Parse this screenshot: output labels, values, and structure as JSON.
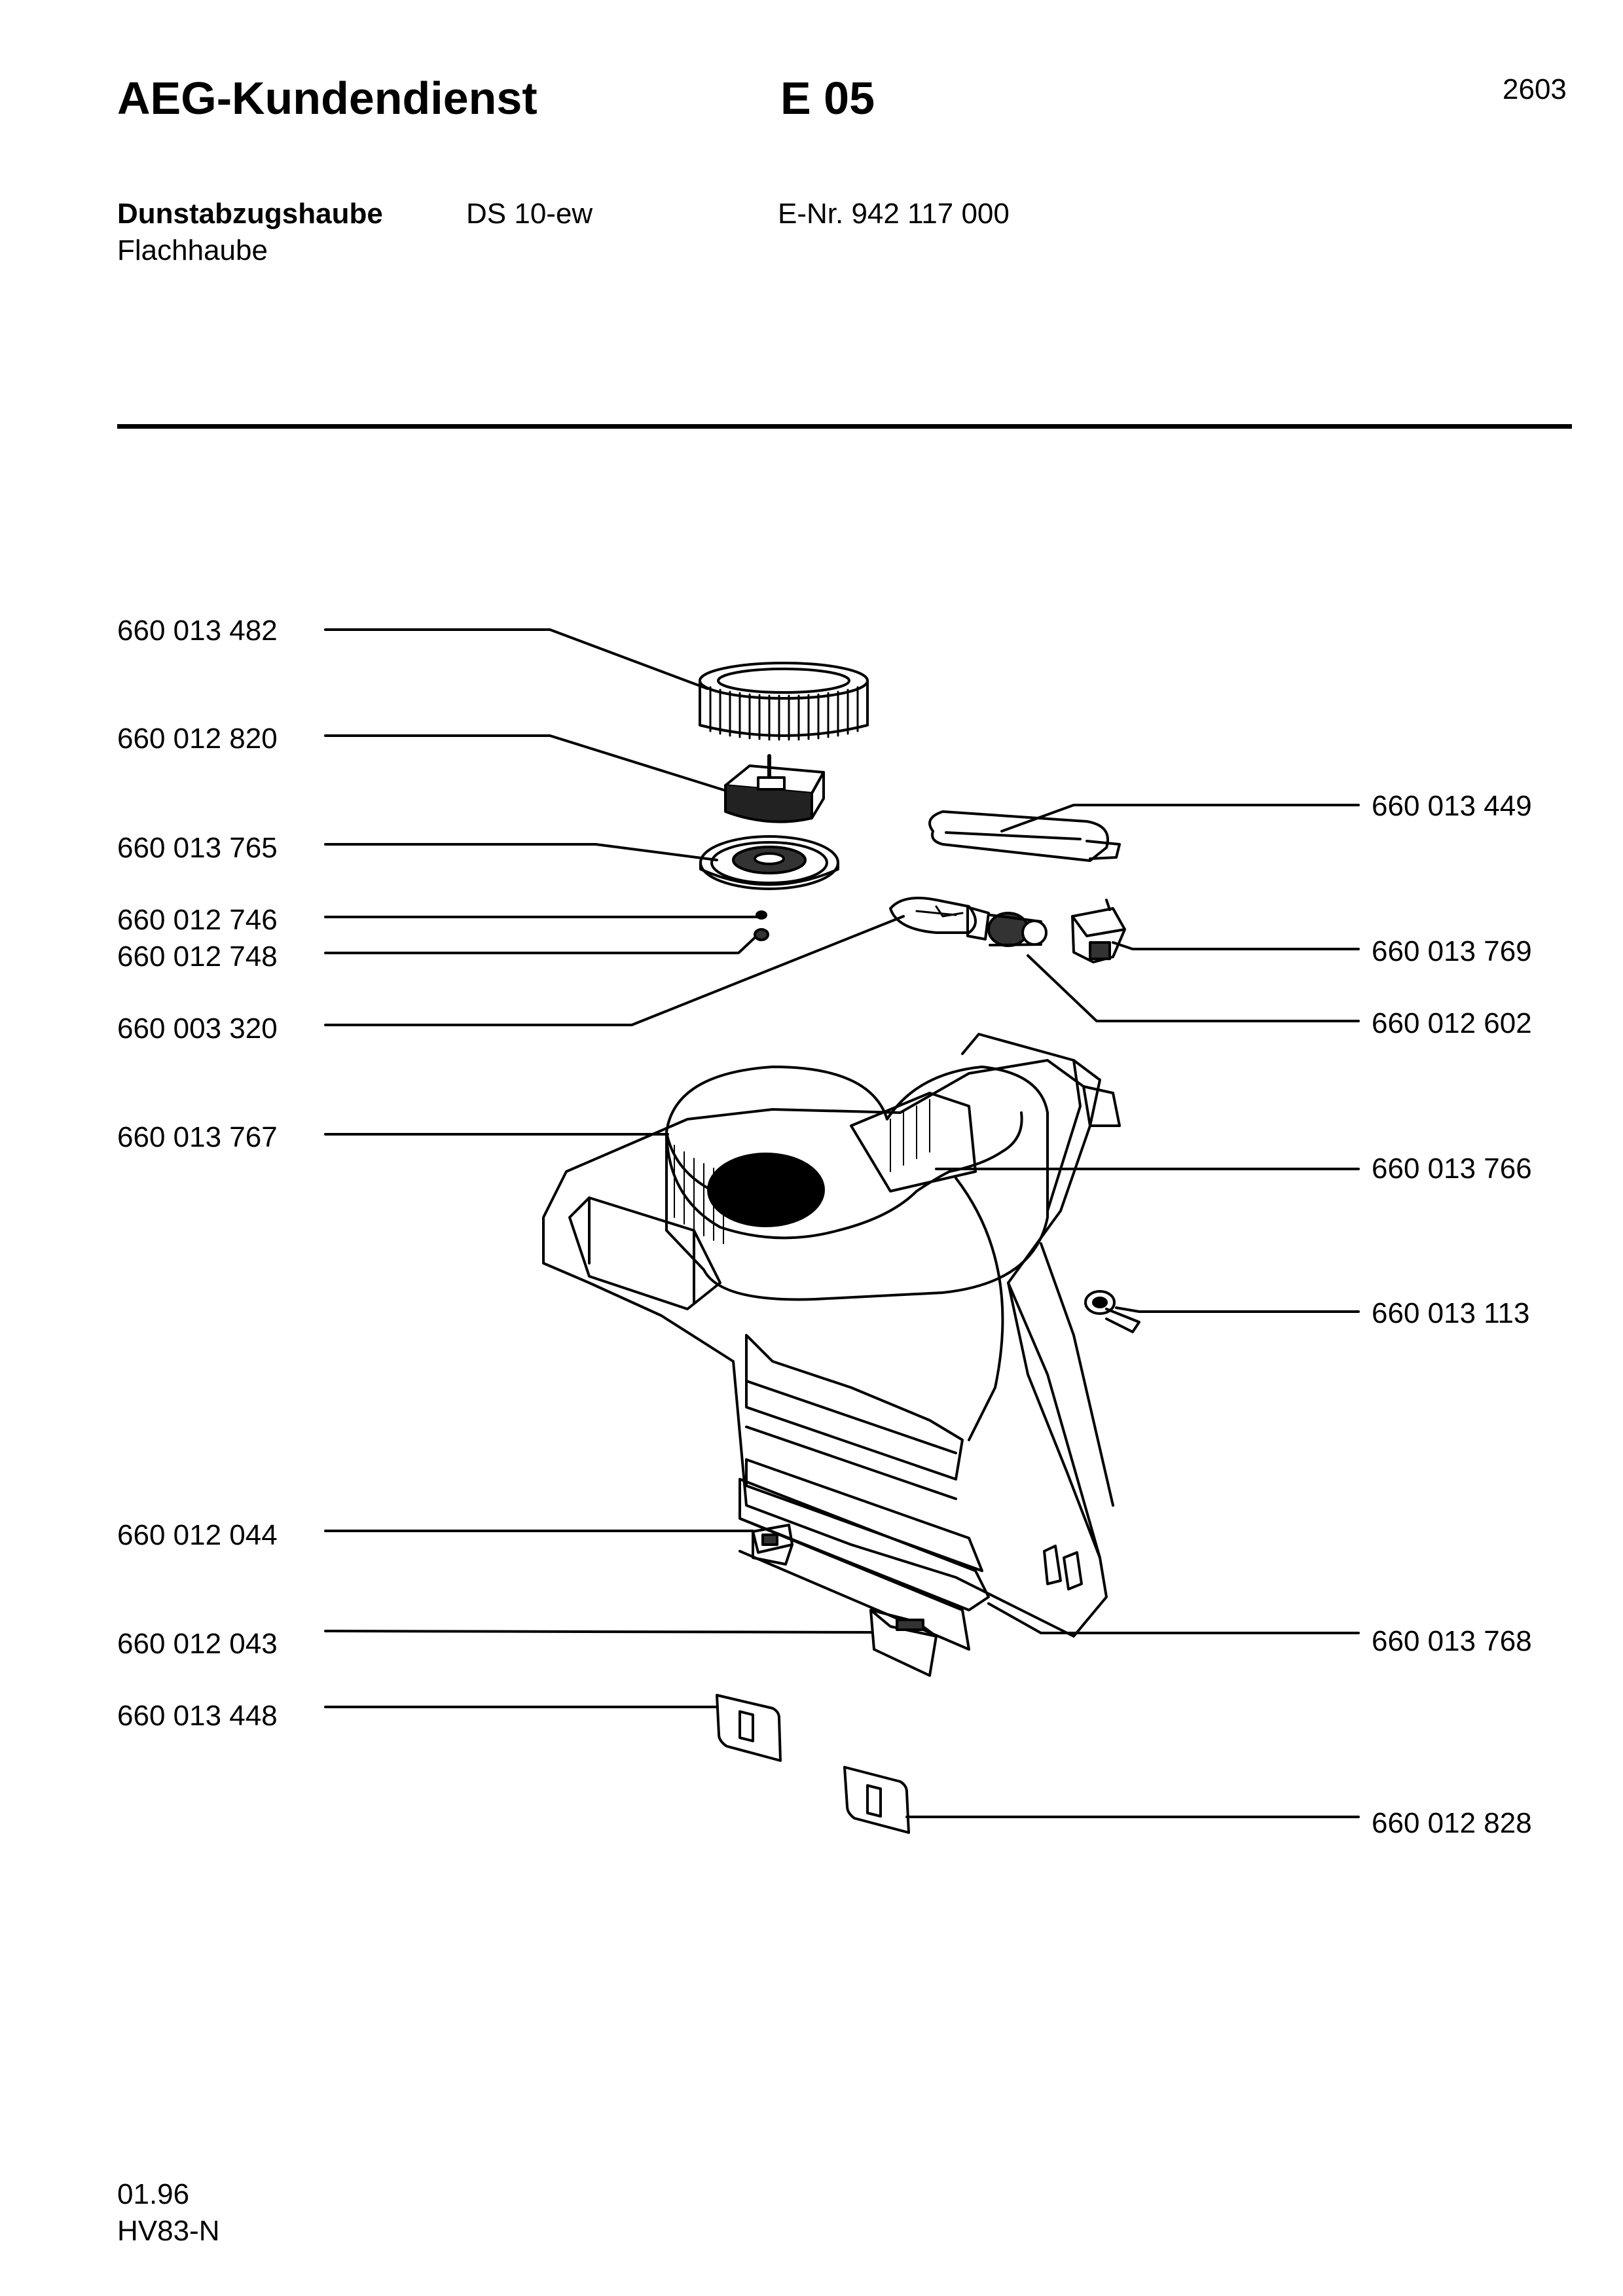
{
  "header": {
    "brand": "AEG-Kundendienst",
    "code": "E 05",
    "page": "2603"
  },
  "product": {
    "name": "Dunstabzugshaube",
    "model": "DS 10-ew",
    "enr": "E-Nr. 942 117 000",
    "subtype": "Flachhaube"
  },
  "parts_left": [
    "660 013 482",
    "660 012 820",
    "660 013 765",
    "660 012 746",
    "660 012 748",
    "660 003 320",
    "660 013 767",
    "660 012 044",
    "660 012 043",
    "660 013 448"
  ],
  "parts_right": [
    "660 013 449",
    "660 013 769",
    "660 012 602",
    "660 013 766",
    "660 013 113",
    "660 013 768",
    "660 012 828"
  ],
  "footer": {
    "date": "01.96",
    "docid": "HV83-N"
  }
}
